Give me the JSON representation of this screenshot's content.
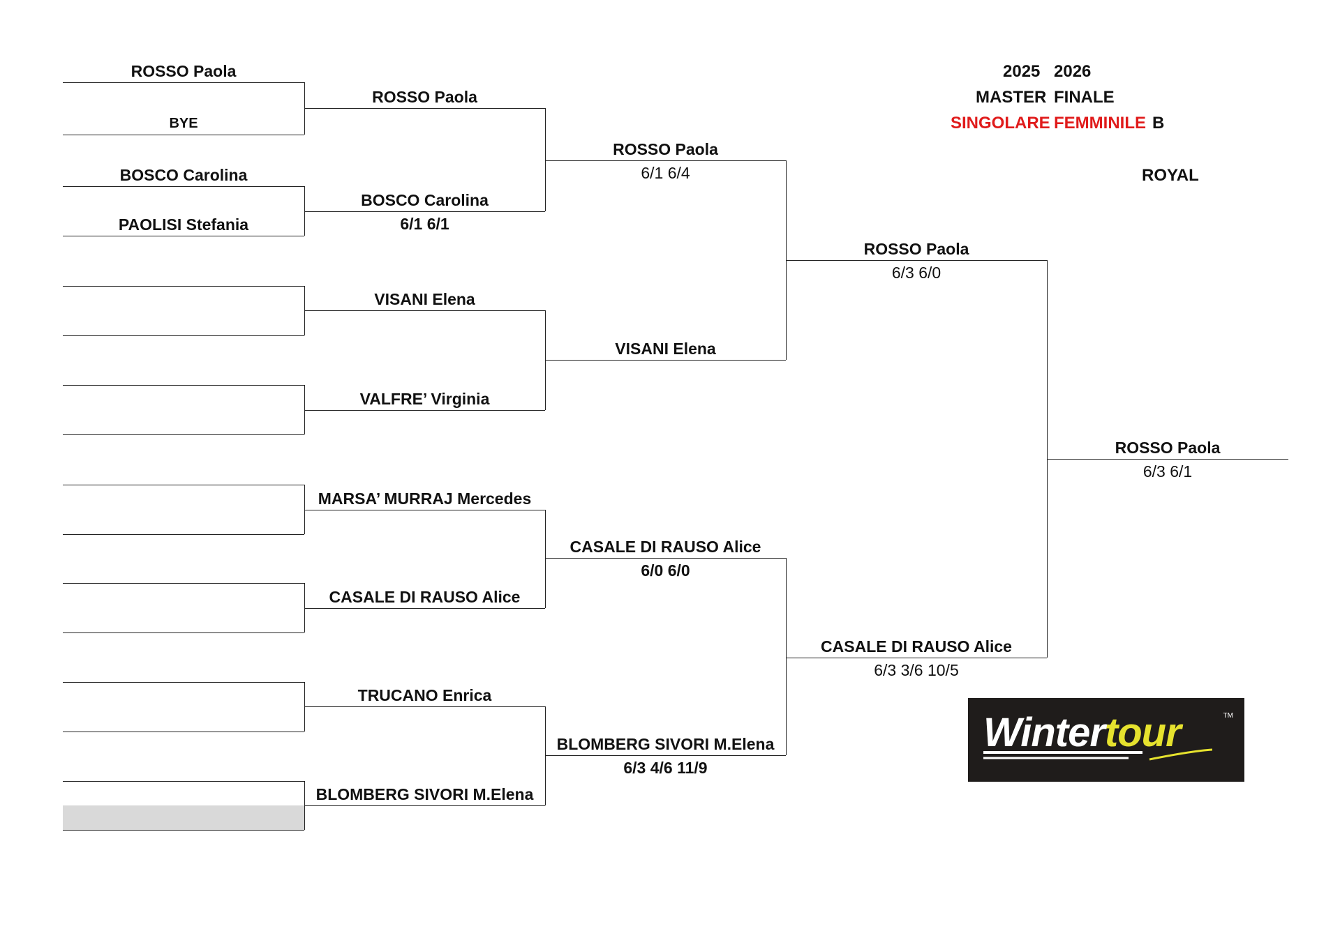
{
  "header": {
    "year_start": "2025",
    "year_end": "2026",
    "event_line1": "MASTER",
    "event_line2": "FINALE",
    "category_1": "SINGOLARE",
    "category_2": "FEMMINILE",
    "category_suffix": "B",
    "venue": "ROYAL",
    "accent_color": "#e01b1b"
  },
  "round1": [
    {
      "name": "ROSSO Paola"
    },
    {
      "name": "BYE"
    },
    {
      "name": "BOSCO Carolina"
    },
    {
      "name": "PAOLISI Stefania"
    },
    {
      "name": ""
    },
    {
      "name": ""
    },
    {
      "name": ""
    },
    {
      "name": ""
    },
    {
      "name": ""
    },
    {
      "name": ""
    },
    {
      "name": ""
    },
    {
      "name": ""
    },
    {
      "name": ""
    },
    {
      "name": ""
    },
    {
      "name": ""
    },
    {
      "name": ""
    }
  ],
  "round2": [
    {
      "name": "ROSSO Paola",
      "score": ""
    },
    {
      "name": "BOSCO Carolina",
      "score": "6/1 6/1"
    },
    {
      "name": "VISANI Elena",
      "score": ""
    },
    {
      "name": "VALFRE’ Virginia",
      "score": ""
    },
    {
      "name": "MARSA’ MURRAJ  Mercedes",
      "score": ""
    },
    {
      "name": "CASALE DI RAUSO Alice",
      "score": ""
    },
    {
      "name": "TRUCANO Enrica",
      "score": ""
    },
    {
      "name": "BLOMBERG SIVORI M.Elena",
      "score": ""
    }
  ],
  "round3": [
    {
      "name": "ROSSO Paola",
      "score": "6/1 6/4"
    },
    {
      "name": "VISANI Elena",
      "score": ""
    },
    {
      "name": "CASALE DI RAUSO Alice",
      "score": "6/0 6/0"
    },
    {
      "name": "BLOMBERG SIVORI M.Elena",
      "score": "6/3 4/6 11/9"
    }
  ],
  "semifinals": [
    {
      "name": "ROSSO Paola",
      "score": "6/3 6/0"
    },
    {
      "name": "CASALE DI RAUSO Alice",
      "score": "6/3 3/6 10/5"
    }
  ],
  "final": {
    "name": "ROSSO Paola",
    "score": "6/3 6/1"
  },
  "logo": {
    "word_main": "Winter",
    "word_accent": "tour",
    "trademark": "TM",
    "bg_color": "#1f1c1b",
    "accent_color": "#e6e22e"
  }
}
